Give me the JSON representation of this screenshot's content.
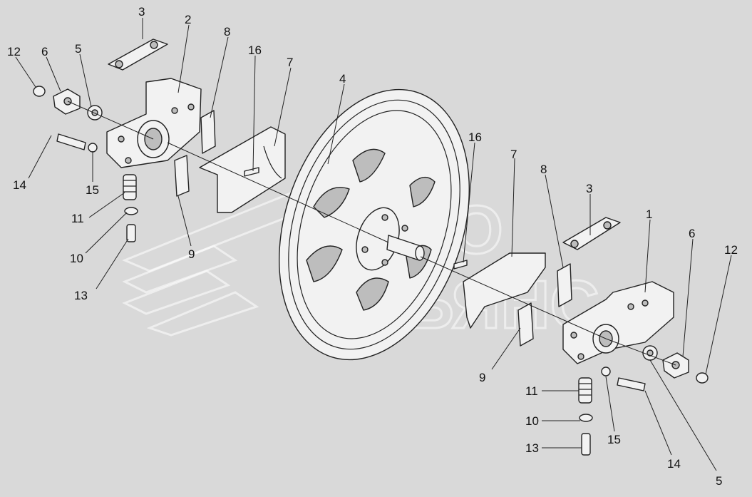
{
  "diagram": {
    "watermark": {
      "line1": "АВТО",
      "line2": "АЛЬЯНС"
    },
    "callouts": [
      {
        "id": "c12a",
        "label": "12"
      },
      {
        "id": "c6a",
        "label": "6"
      },
      {
        "id": "c5a",
        "label": "5"
      },
      {
        "id": "c3a",
        "label": "3"
      },
      {
        "id": "c2",
        "label": "2"
      },
      {
        "id": "c8a",
        "label": "8"
      },
      {
        "id": "c16a",
        "label": "16"
      },
      {
        "id": "c7a",
        "label": "7"
      },
      {
        "id": "c4",
        "label": "4"
      },
      {
        "id": "c14a",
        "label": "14"
      },
      {
        "id": "c15a",
        "label": "15"
      },
      {
        "id": "c11a",
        "label": "11"
      },
      {
        "id": "c10a",
        "label": "10"
      },
      {
        "id": "c9a",
        "label": "9"
      },
      {
        "id": "c13a",
        "label": "13"
      },
      {
        "id": "c16b",
        "label": "16"
      },
      {
        "id": "c7b",
        "label": "7"
      },
      {
        "id": "c8b",
        "label": "8"
      },
      {
        "id": "c3b",
        "label": "3"
      },
      {
        "id": "c1",
        "label": "1"
      },
      {
        "id": "c6b",
        "label": "6"
      },
      {
        "id": "c12b",
        "label": "12"
      },
      {
        "id": "c9b",
        "label": "9"
      },
      {
        "id": "c11b",
        "label": "11"
      },
      {
        "id": "c10b",
        "label": "10"
      },
      {
        "id": "c13b",
        "label": "13"
      },
      {
        "id": "c15b",
        "label": "15"
      },
      {
        "id": "c14b",
        "label": "14"
      },
      {
        "id": "c5b",
        "label": "5"
      }
    ]
  }
}
